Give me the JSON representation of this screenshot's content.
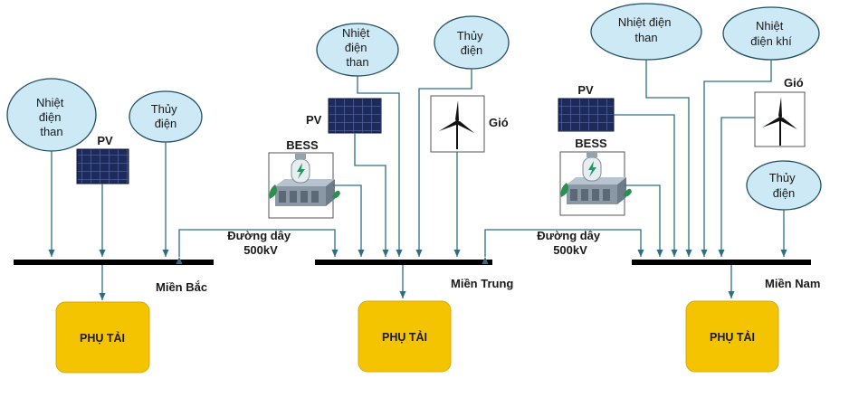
{
  "north": {
    "coal": [
      "Nhiệt",
      "điện",
      "than"
    ],
    "pv": "PV",
    "hydro": [
      "Thủy",
      "điện"
    ],
    "region": "Miền Bắc",
    "load": "PHỤ TẢI"
  },
  "link1": [
    "Đường dây",
    "500kV"
  ],
  "central": {
    "coal": [
      "Nhiệt",
      "điện",
      "than"
    ],
    "hydro": [
      "Thủy",
      "điện"
    ],
    "pv": "PV",
    "wind": "Gió",
    "bess": "BESS",
    "region": "Miền Trung",
    "load": "PHỤ TẢI"
  },
  "link2": [
    "Đường dây",
    "500kV"
  ],
  "south": {
    "coal": [
      "Nhiệt điện",
      "than"
    ],
    "gas": [
      "Nhiệt",
      "điện khí"
    ],
    "pv": "PV",
    "wind": "Gió",
    "bess": "BESS",
    "hydro": [
      "Thủy",
      "điện"
    ],
    "region": "Miền Nam",
    "load": "PHỤ TẢI"
  },
  "colors": {
    "ellipse_fill": "#cde9f6",
    "line": "#2f6e82",
    "load_fill": "#f5c400"
  },
  "icons": [
    "solar-panel-icon",
    "wind-turbine-icon",
    "battery-storage-icon"
  ]
}
